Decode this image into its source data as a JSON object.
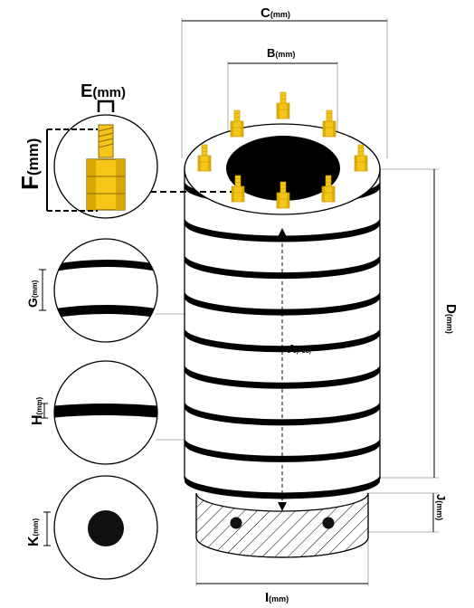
{
  "dimensions": {
    "C": {
      "letter": "C",
      "unit": "(mm)"
    },
    "B": {
      "letter": "B",
      "unit": "(mm)"
    },
    "E": {
      "letter": "E",
      "unit": "(mm)"
    },
    "F": {
      "letter": "F",
      "unit": "(mm)"
    },
    "G": {
      "letter": "G",
      "unit": "(mm)"
    },
    "H": {
      "letter": "H",
      "unit": "(mm)"
    },
    "K": {
      "letter": "K",
      "unit": "(mm)"
    },
    "A": {
      "letter": "A",
      "unit": "(PCS)"
    },
    "D": {
      "letter": "D",
      "unit": "(mm)"
    },
    "J": {
      "letter": "J",
      "unit": "(mm)"
    },
    "I": {
      "letter": "I",
      "unit": "(mm)"
    }
  },
  "colors": {
    "terminal": "#f5c518",
    "terminal_dark": "#c99a00",
    "outline": "#000000",
    "guide": "#9a9a9a"
  },
  "ring_count": 9
}
